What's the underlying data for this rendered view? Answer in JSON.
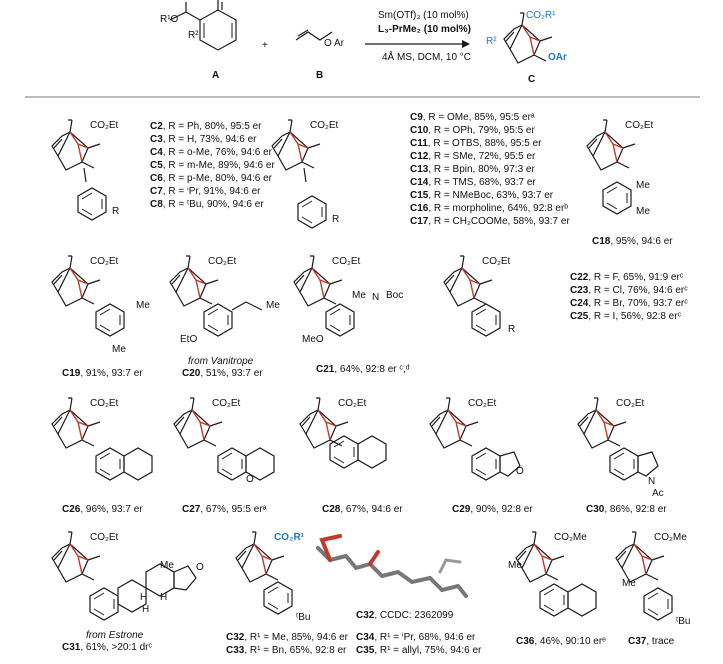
{
  "scheme": {
    "catalyst_line1": "Sm(OTf)₃ (10 mol%)",
    "catalyst_line2": "L₃-PrMe₂ (10 mol%)",
    "conditions": "4Å MS, DCM, 10 °C",
    "plus": "+",
    "reactant_a": {
      "label": "A",
      "r1": "R¹O",
      "r2": "R²"
    },
    "reactant_b": {
      "label": "B",
      "ar": "O Ar"
    },
    "product_c": {
      "label": "C",
      "ester": "CO₂R¹",
      "r2": "R²",
      "oar": "OAr"
    }
  },
  "series_c2_c8": [
    {
      "code": "C2",
      "text": ", R = Ph, 80%, 95:5 er"
    },
    {
      "code": "C3",
      "text": ", R = H, 73%, 94:6 er"
    },
    {
      "code": "C4",
      "text": ", R = o-Me, 76%, 94:6 er"
    },
    {
      "code": "C5",
      "text": ", R = m-Me, 89%, 94:6 er"
    },
    {
      "code": "C6",
      "text": ", R = p-Me, 80%, 94:6 er"
    },
    {
      "code": "C7",
      "text": ", R = ⁱPr, 91%, 94:6 er"
    },
    {
      "code": "C8",
      "text": ", R = ᵗBu, 90%, 94:6 er"
    }
  ],
  "series_c9_c17": [
    {
      "code": "C9",
      "text": ", R = OMe, 85%, 95:5 erᵃ"
    },
    {
      "code": "C10",
      "text": ", R = OPh, 79%, 95:5 er"
    },
    {
      "code": "C11",
      "text": ", R = OTBS, 88%, 95:5 er"
    },
    {
      "code": "C12",
      "text": ", R = SMe, 72%, 95:5 er"
    },
    {
      "code": "C13",
      "text": ", R = Bpin, 80%, 97:3 er"
    },
    {
      "code": "C14",
      "text": ", R = TMS, 68%, 93:7 er"
    },
    {
      "code": "C15",
      "text": ", R = NMeBoc, 63%, 93:7 er"
    },
    {
      "code": "C16",
      "text": ", R = morpholine, 64%, 92:8 erᵇ"
    },
    {
      "code": "C17",
      "text": ", R = CH₂COOMe, 58%, 93:7 er"
    }
  ],
  "series_c22_c25": [
    {
      "code": "C22",
      "text": ", R = F, 65%, 91:9 erᶜ"
    },
    {
      "code": "C23",
      "text": ", R = Cl, 76%, 94:6 erᶜ"
    },
    {
      "code": "C24",
      "text": ", R = Br, 70%, 93:7 erᶜ"
    },
    {
      "code": "C25",
      "text": ", R = I, 56%, 92:8 erᶜ"
    }
  ],
  "common": {
    "co2et": "CO₂Et",
    "co2me": "CO₂Me",
    "co2r1": "CO₂R¹",
    "o": "O",
    "r": "R",
    "me": "Me",
    "eto": "EtO",
    "meo": "MeO",
    "boc": "Boc",
    "ac": "Ac",
    "n": "N",
    "h": "H",
    "tbu": "ᵗBu"
  },
  "captions": {
    "c18": {
      "code": "C18",
      "text": ", 95%, 94:6 er"
    },
    "c19": {
      "code": "C19",
      "text": ", 91%, 93:7 er"
    },
    "c20_note": "from Vanitrope",
    "c20": {
      "code": "C20",
      "text": ", 51%, 93:7 er"
    },
    "c21": {
      "code": "C21",
      "text": ", 64%, 92:8 er ᶜ,ᵈ"
    },
    "c26": {
      "code": "C26",
      "text": ", 96%, 93:7 er"
    },
    "c27": {
      "code": "C27",
      "text": ", 67%, 95:5 erᵃ"
    },
    "c28": {
      "code": "C28",
      "text": ", 67%, 94:6 er"
    },
    "c29": {
      "code": "C29",
      "text": ", 90%, 92:8 er"
    },
    "c30": {
      "code": "C30",
      "text": ", 86%, 92:8 er"
    },
    "c31_note": "from Estrone",
    "c31": {
      "code": "C31",
      "text": ", 61%, >20:1 drᶜ"
    },
    "c32": {
      "code": "C32",
      "text": ", R¹ = Me, 85%, 94:6 er"
    },
    "c33": {
      "code": "C33",
      "text": ", R¹ = Bn, 65%, 92:8 er"
    },
    "c32_ccdc": {
      "code": "C32",
      "text": ", CCDC: 2362099"
    },
    "c34": {
      "code": "C34",
      "text": ", R¹ = ⁱPr, 68%, 94:6 er"
    },
    "c35": {
      "code": "C35",
      "text": ", R¹ = allyl, 75%, 94:6 er"
    },
    "c36": {
      "code": "C36",
      "text": ", 46%, 90:10 erᵉ"
    },
    "c37": {
      "code": "C37",
      "text": ", trace"
    }
  },
  "colors": {
    "bond": "#1a1a1a",
    "highlight_blue": "#1f77c4",
    "highlight_red": "#c0392b",
    "rule": "#777777"
  }
}
